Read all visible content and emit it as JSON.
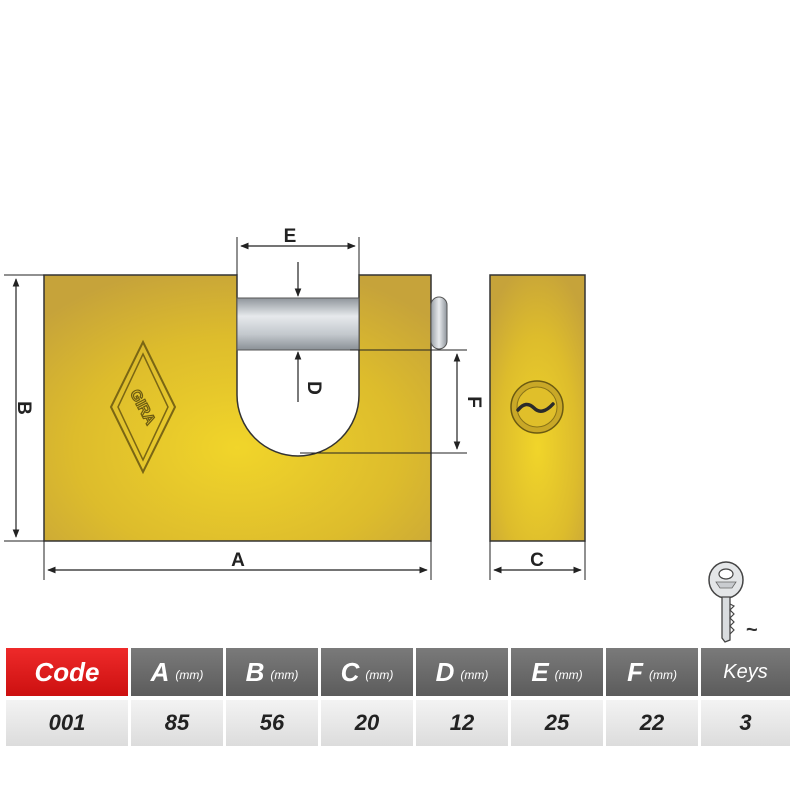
{
  "brand": "GIRA",
  "key_mark": "~",
  "dimension_labels": {
    "a": "A",
    "b": "B",
    "c": "C",
    "d": "D",
    "e": "E",
    "f": "F"
  },
  "table": {
    "headers": [
      {
        "label": "Code",
        "unit": ""
      },
      {
        "label": "A",
        "unit": "(mm)"
      },
      {
        "label": "B",
        "unit": "(mm)"
      },
      {
        "label": "C",
        "unit": "(mm)"
      },
      {
        "label": "D",
        "unit": "(mm)"
      },
      {
        "label": "E",
        "unit": "(mm)"
      },
      {
        "label": "F",
        "unit": "(mm)"
      },
      {
        "label": "Keys",
        "unit": ""
      }
    ],
    "row": [
      "001",
      "85",
      "56",
      "20",
      "12",
      "25",
      "22",
      "3"
    ]
  },
  "colors": {
    "brass": "#e2c12a",
    "code_header": "#e01b1b",
    "header": "#6a6a6a",
    "shackle": "#c9cdd2"
  }
}
